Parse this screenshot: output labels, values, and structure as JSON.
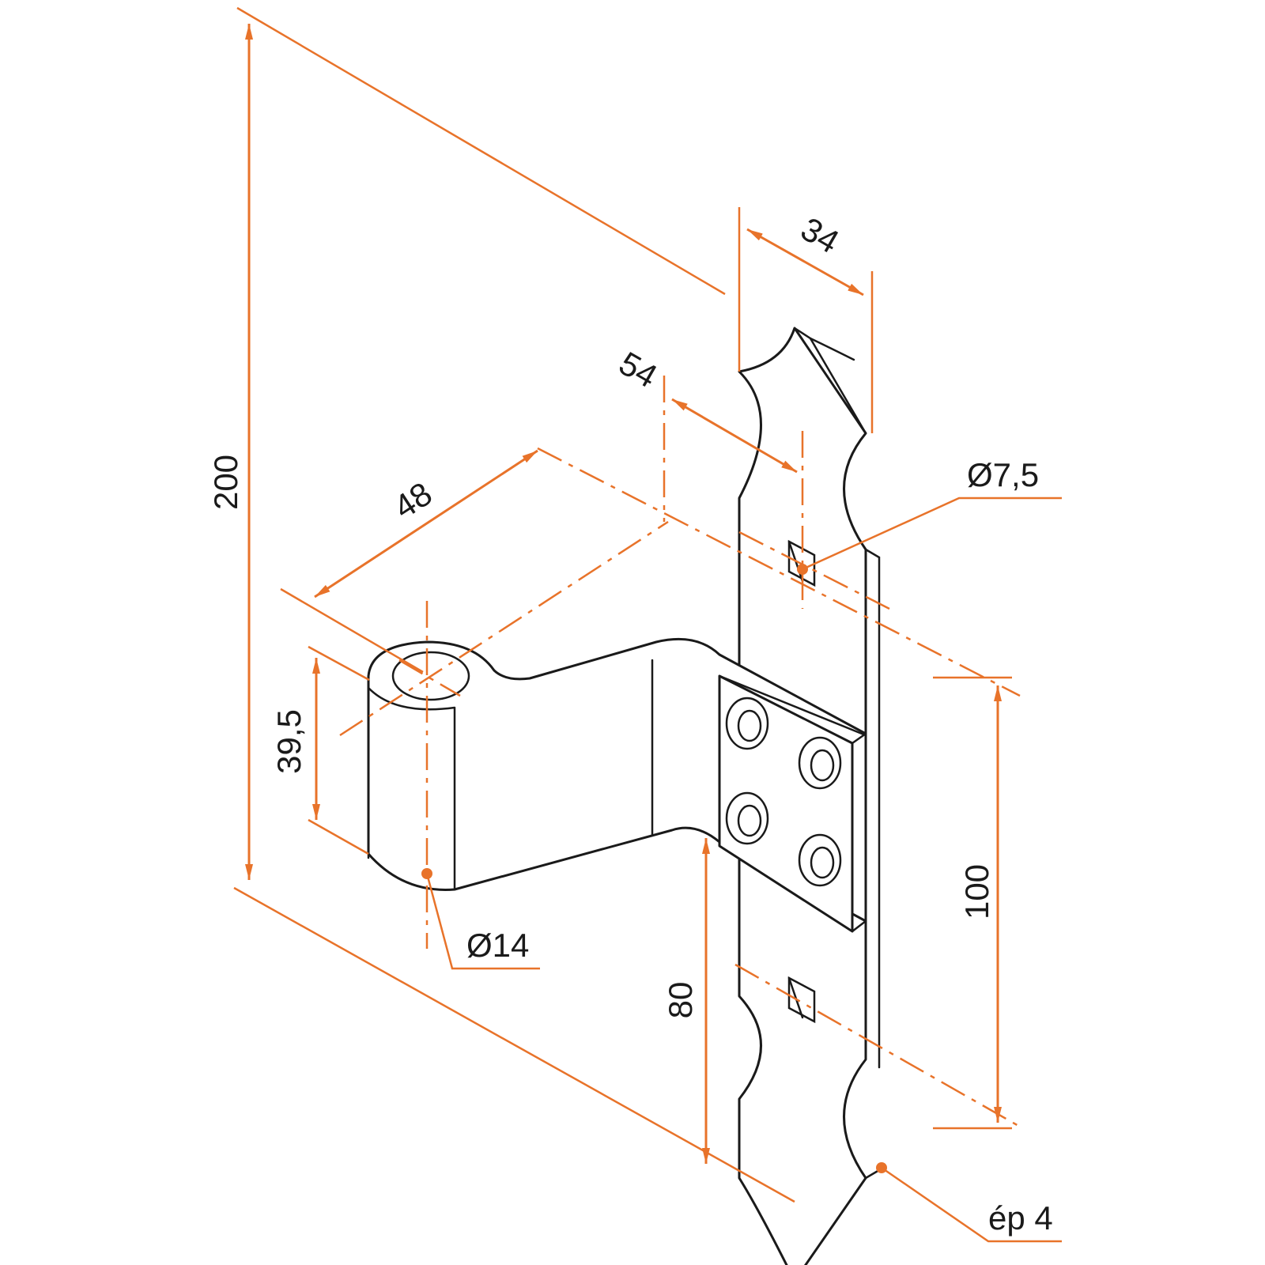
{
  "dimensions": {
    "overall_height": "200",
    "plate_width": "34",
    "offset_to_hole": "54",
    "arm_length": "48",
    "eye_height": "39,5",
    "hole_spacing": "100",
    "hole_to_bottom": "80",
    "screw_hole_diameter": "Ø7,5",
    "eye_diameter": "Ø14",
    "thickness": "ép 4"
  },
  "colors": {
    "dimension_lines": "#e8732a",
    "outline": "#1a1a1a"
  }
}
